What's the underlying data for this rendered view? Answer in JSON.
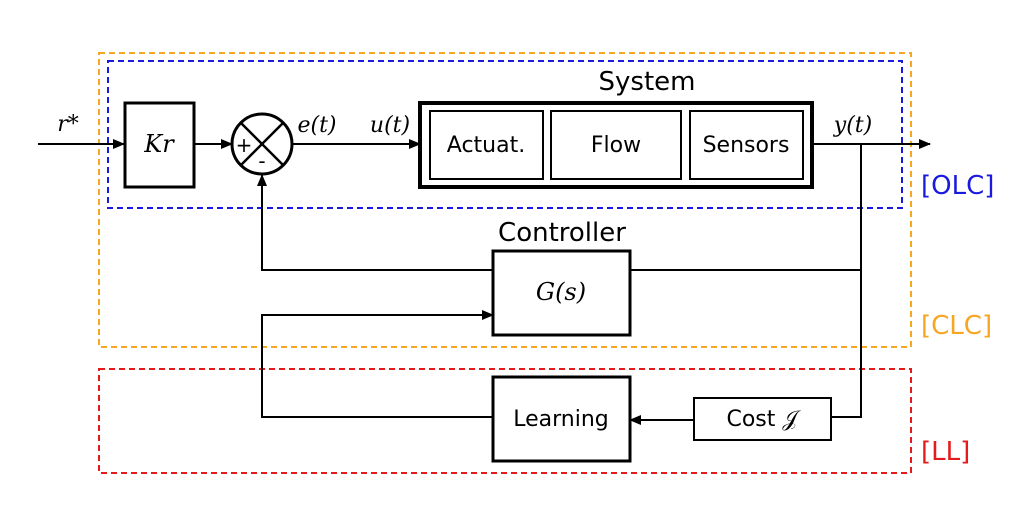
{
  "diagram": {
    "colors": {
      "olc": "#1a1adf",
      "clc": "#f5a623",
      "ll": "#e31b1b",
      "line": "#000000"
    },
    "signals": {
      "reference": "r*",
      "error": "e(t)",
      "input": "u(t)",
      "output": "y(t)"
    },
    "blocks": {
      "gain": "Kr",
      "system_title": "System",
      "actuators": "Actuat.",
      "flow": "Flow",
      "sensors": "Sensors",
      "controller_title": "Controller",
      "controller": "G(s)",
      "learning": "Learning",
      "cost": "Cost 𝒥"
    },
    "summing_junction": {
      "plus": "+",
      "minus": "-"
    },
    "regions": {
      "olc": "[OLC]",
      "clc": "[CLC]",
      "ll": "[LL]"
    }
  }
}
